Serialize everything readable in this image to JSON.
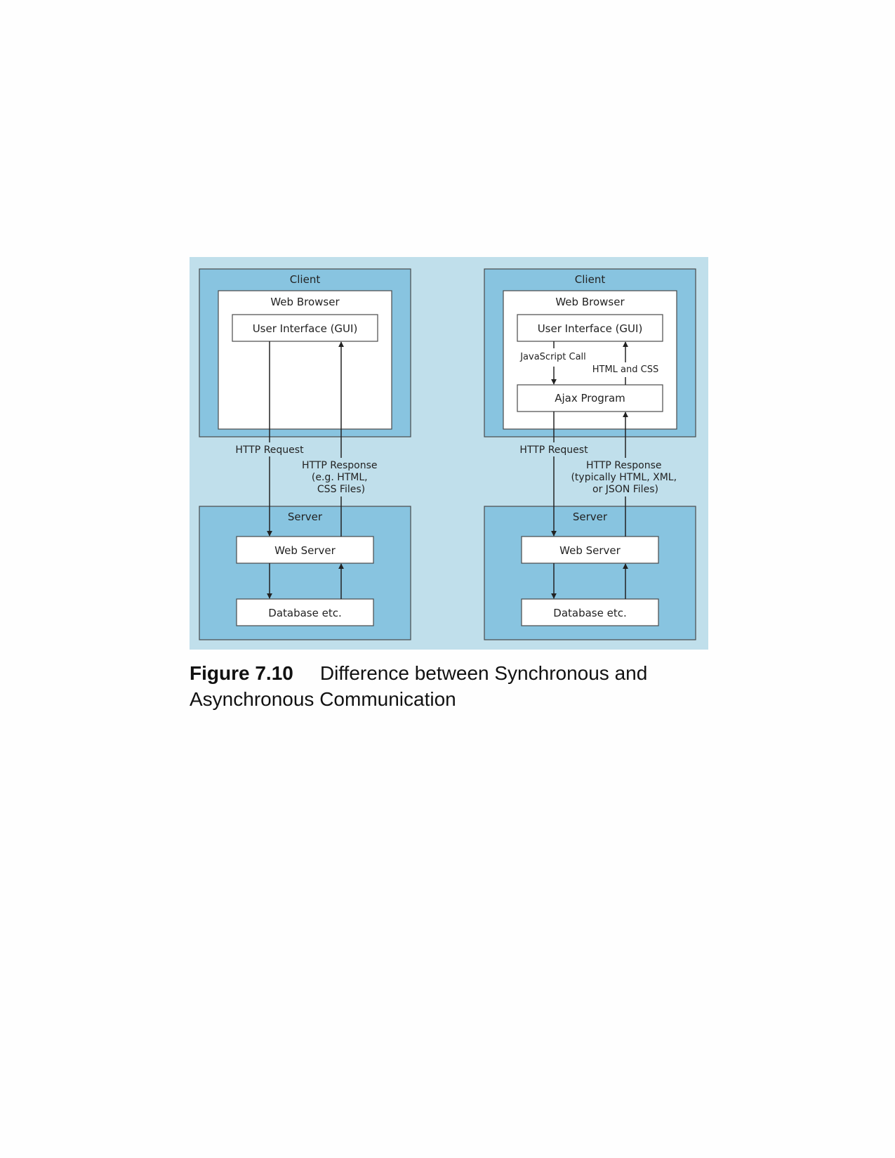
{
  "colors": {
    "background": "#c0dfeb",
    "panel": "#88c4e0",
    "box": "#ffffff",
    "stroke": "#4a4a4a",
    "arrow": "#222222"
  },
  "diagram": {
    "synchronous": {
      "client_label": "Client",
      "browser_label": "Web Browser",
      "gui_label": "User Interface (GUI)",
      "request_label": "HTTP Request",
      "response_lines": [
        "HTTP Response",
        "(e.g. HTML,",
        "CSS Files)"
      ],
      "server_label": "Server",
      "webserver_label": "Web Server",
      "database_label": "Database etc."
    },
    "asynchronous": {
      "client_label": "Client",
      "browser_label": "Web Browser",
      "gui_label": "User Interface (GUI)",
      "js_call_label": "JavaScript Call",
      "html_css_label": "HTML and CSS",
      "ajax_label": "Ajax Program",
      "request_label": "HTTP Request",
      "response_lines": [
        "HTTP Response",
        "(typically HTML, XML,",
        "or JSON Files)"
      ],
      "server_label": "Server",
      "webserver_label": "Web Server",
      "database_label": "Database etc."
    }
  },
  "caption": {
    "label": "Figure 7.10",
    "text": "Difference between Synchronous and Asynchronous Communication"
  }
}
